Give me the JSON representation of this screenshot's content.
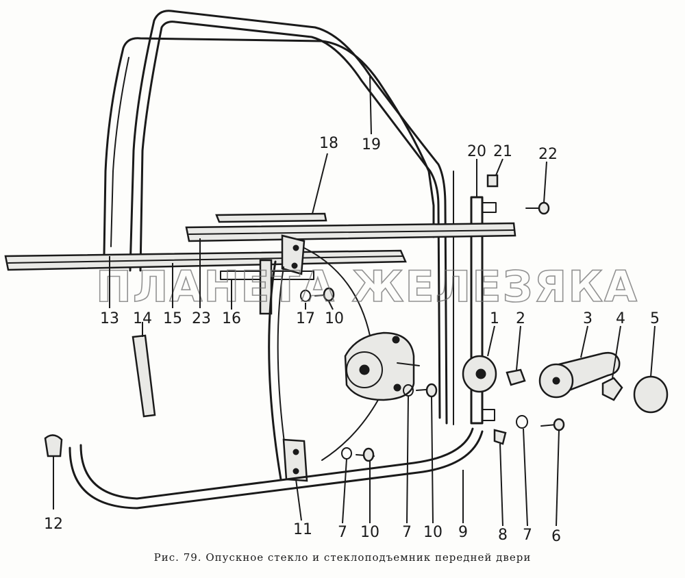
{
  "figure": {
    "caption": "Рис. 79. Опускное стекло и стеклоподъемник передней двери",
    "watermark": "ПЛАНЕТА ЖЕЛЕЗЯКА"
  },
  "callouts": [
    {
      "id": "13",
      "label": "13"
    },
    {
      "id": "14",
      "label": "14"
    },
    {
      "id": "15",
      "label": "15"
    },
    {
      "id": "23",
      "label": "23"
    },
    {
      "id": "16",
      "label": "16"
    },
    {
      "id": "17",
      "label": "17"
    },
    {
      "id": "10a",
      "label": "10"
    },
    {
      "id": "18",
      "label": "18"
    },
    {
      "id": "19",
      "label": "19"
    },
    {
      "id": "20",
      "label": "20"
    },
    {
      "id": "21",
      "label": "21"
    },
    {
      "id": "22",
      "label": "22"
    },
    {
      "id": "1",
      "label": "1"
    },
    {
      "id": "2",
      "label": "2"
    },
    {
      "id": "3",
      "label": "3"
    },
    {
      "id": "4",
      "label": "4"
    },
    {
      "id": "5",
      "label": "5"
    },
    {
      "id": "12",
      "label": "12"
    },
    {
      "id": "11",
      "label": "11"
    },
    {
      "id": "7a",
      "label": "7"
    },
    {
      "id": "10b",
      "label": "10"
    },
    {
      "id": "7b",
      "label": "7"
    },
    {
      "id": "10c",
      "label": "10"
    },
    {
      "id": "9",
      "label": "9"
    },
    {
      "id": "8",
      "label": "8"
    },
    {
      "id": "7c",
      "label": "7"
    },
    {
      "id": "6",
      "label": "6"
    }
  ]
}
